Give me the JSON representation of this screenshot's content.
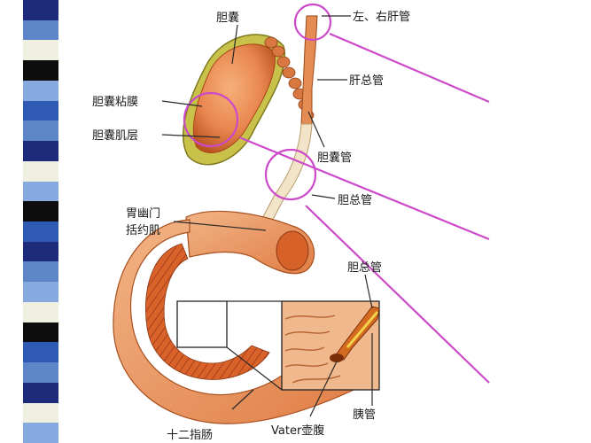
{
  "labels": {
    "gallbladder": "胆囊",
    "hepatic_ducts": "左、右肝管",
    "mucosa": "胆囊粘膜",
    "muscle_layer": "胆囊肌层",
    "common_hepatic_duct": "肝总管",
    "cystic_duct": "胆囊管",
    "common_bile_duct_1": "胆总管",
    "pylorus_line1": "胃幽门",
    "pylorus_line2": "括约肌",
    "common_bile_duct_2": "胆总管",
    "duodenum": "十二指肠",
    "ampulla": "Vater壶腹",
    "pancreatic_duct": "胰管"
  },
  "colors": {
    "highlight_circle": "#cc49c9",
    "organ_orange": "#e9864f",
    "organ_dark": "#c9541f",
    "bile_green": "#9fae2a",
    "stripe_palette": [
      "#1c2b7a",
      "#5d86c9",
      "#f0f0e0",
      "#0d0d0d",
      "#86a9e0",
      "#2f5ab3"
    ]
  },
  "icons": [
    "stripe-decoration"
  ]
}
